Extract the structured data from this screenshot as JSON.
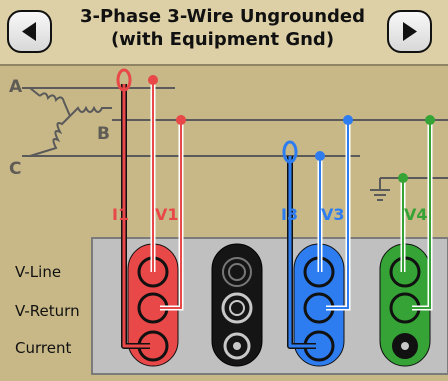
{
  "header": {
    "title_line1": "3-Phase 3-Wire Ungrounded",
    "title_line2": "(with Equipment Gnd)",
    "prev_icon": "left-triangle-icon",
    "next_icon": "right-triangle-icon"
  },
  "phases": {
    "a": "A",
    "b": "B",
    "c": "C"
  },
  "probes": {
    "i1": "I1",
    "v1": "V1",
    "i3": "I3",
    "v3": "V3",
    "v4": "V4"
  },
  "rows": {
    "v_line": "V-Line",
    "v_return": "V-Return",
    "current": "Current"
  },
  "colors": {
    "background": "#c8b887",
    "header": "#ded0a6",
    "red": "#e84848",
    "black": "#151515",
    "blue": "#2e7df0",
    "green": "#35a335",
    "panel": "#c0c0c0"
  }
}
